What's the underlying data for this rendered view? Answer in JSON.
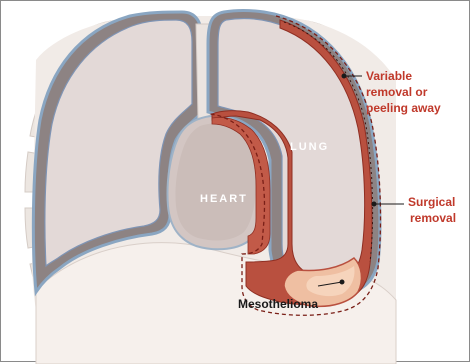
{
  "labels": {
    "lung": "LUNG",
    "heart": "HEART",
    "variable_line1": "Variable",
    "variable_line2": "removal or",
    "variable_line3": "peeling away",
    "surgical_line1": "Surgical",
    "surgical_line2": "removal",
    "mesothelioma": "Mesothelioma"
  },
  "colors": {
    "callout_red": "#c0392b",
    "callout_dark": "#1a1a1a",
    "lung_fill": "#e2d8d6",
    "pleura_blue": "#8aa6c2",
    "tumor_red": "#b9503f",
    "tumor_light": "#efbfa2",
    "rib": "#e9e2dd"
  }
}
